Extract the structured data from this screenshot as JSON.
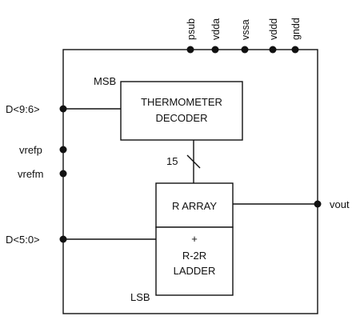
{
  "top_pins": [
    "psub",
    "vdda",
    "vssa",
    "vddd",
    "gndd"
  ],
  "left_pins": {
    "d_high": "D<9:6>",
    "vrefp": "vrefp",
    "vrefm": "vrefm",
    "d_low": "D<5:0>"
  },
  "right_pins": {
    "vout": "vout"
  },
  "thermometer_decoder": {
    "line1": "THERMOMETER",
    "line2": "DECODER"
  },
  "r_array": {
    "label": "R ARRAY"
  },
  "r2r_ladder": {
    "plus": "+",
    "line1": "R-2R",
    "line2": "LADDER"
  },
  "labels": {
    "msb": "MSB",
    "lsb": "LSB",
    "bus_width": "15"
  },
  "colors": {
    "line": "#111111",
    "background": "#ffffff"
  }
}
